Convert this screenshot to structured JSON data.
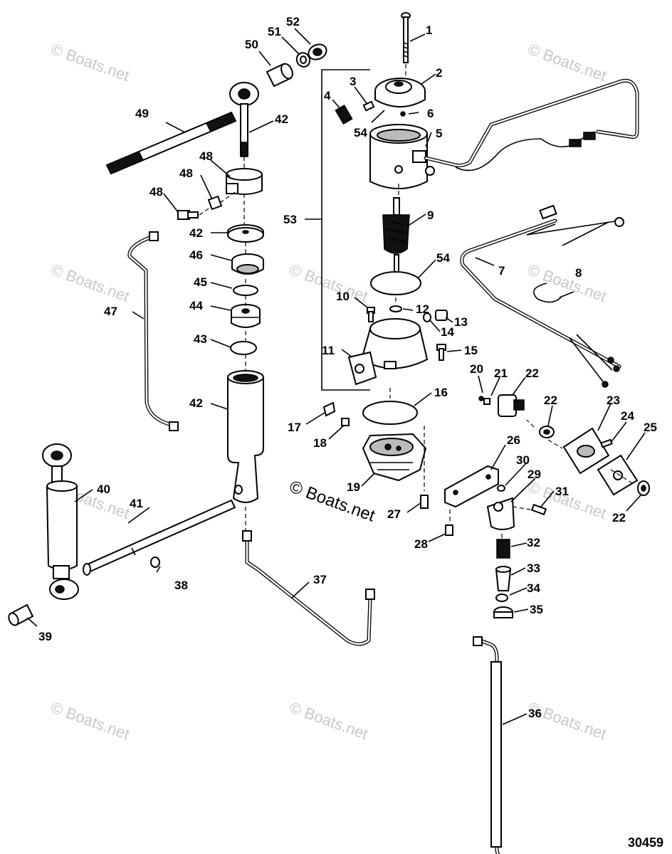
{
  "diagram": {
    "reference_number": "30459",
    "watermark_text": "© Boats.net",
    "callouts": {
      "c1": "1",
      "c2": "2",
      "c3": "3",
      "c4": "4",
      "c5": "5",
      "c6": "6",
      "c7": "7",
      "c8": "8",
      "c9": "9",
      "c10": "10",
      "c11": "11",
      "c12": "12",
      "c13": "13",
      "c14": "14",
      "c15": "15",
      "c16": "16",
      "c17": "17",
      "c18": "18",
      "c19": "19",
      "c20": "20",
      "c21": "21",
      "c22a": "22",
      "c22b": "22",
      "c22c": "22",
      "c23": "23",
      "c24": "24",
      "c25": "25",
      "c26": "26",
      "c27": "27",
      "c28": "28",
      "c29": "29",
      "c30": "30",
      "c31": "31",
      "c32": "32",
      "c33": "33",
      "c34": "34",
      "c35": "35",
      "c36": "36",
      "c37": "37",
      "c38": "38",
      "c39": "39",
      "c40": "40",
      "c41": "41",
      "c42a": "42",
      "c42b": "42",
      "c42c": "42",
      "c43": "43",
      "c44": "44",
      "c45": "45",
      "c46": "46",
      "c47": "47",
      "c48a": "48",
      "c48b": "48",
      "c48c": "48",
      "c49": "49",
      "c50": "50",
      "c51": "51",
      "c52": "52",
      "c53": "53",
      "c54a": "54",
      "c54b": "54"
    }
  }
}
